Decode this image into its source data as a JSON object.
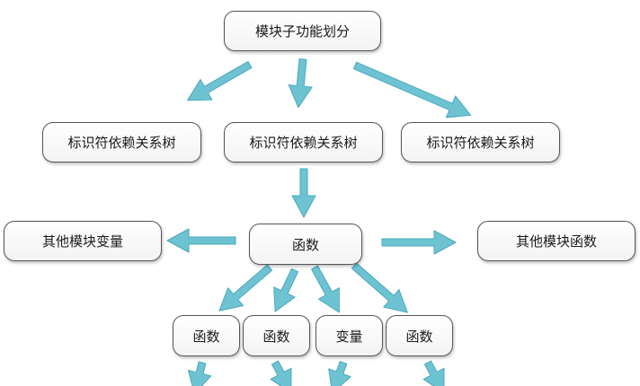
{
  "diagram": {
    "root": "模块子功能划分",
    "dependency_trees": [
      "标识符依赖关系树",
      "标识符依赖关系树",
      "标识符依赖关系树"
    ],
    "center": "函数",
    "left": "其他模块变量",
    "right": "其他模块函数",
    "children": [
      "函数",
      "函数",
      "变量",
      "函数"
    ]
  },
  "colors": {
    "arrow": "#6ec3d3",
    "arrow_edge": "#4aa9bb",
    "node_border": "#555555"
  }
}
